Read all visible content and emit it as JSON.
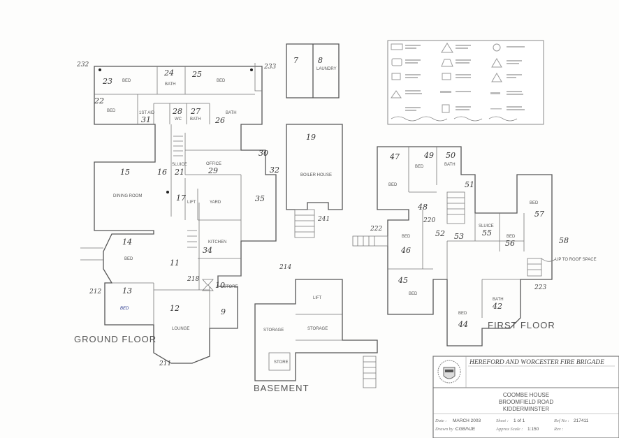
{
  "ground_floor": {
    "title": "GROUND FLOOR",
    "rooms": [
      {
        "num": "23",
        "label": "BED"
      },
      {
        "num": "24",
        "label": "BATH"
      },
      {
        "num": "25",
        "label": "BED"
      },
      {
        "num": "22",
        "label": "BED"
      },
      {
        "num": "31",
        "label": "1ST AID"
      },
      {
        "num": "28",
        "label": "WC"
      },
      {
        "num": "27",
        "label": "BATH"
      },
      {
        "num": "26",
        "label": "BATH"
      },
      {
        "num": "16",
        "label": ""
      },
      {
        "num": "21",
        "label": "SLUICE"
      },
      {
        "num": "29",
        "label": "OFFICE"
      },
      {
        "num": "15",
        "label": "DINING ROOM"
      },
      {
        "num": "17",
        "label": "LIFT"
      },
      {
        "num": "",
        "label": "YARD"
      },
      {
        "num": "34",
        "label": "KITCHEN"
      },
      {
        "num": "35",
        "label": ""
      },
      {
        "num": "11",
        "label": ""
      },
      {
        "num": "14",
        "label": "BED"
      },
      {
        "num": "13",
        "label": "BED"
      },
      {
        "num": "12",
        "label": "LOUNGE"
      },
      {
        "num": "9",
        "label": ""
      },
      {
        "num": "10",
        "label": ""
      },
      {
        "num": "",
        "label": "STORE"
      },
      {
        "num": "30",
        "label": ""
      },
      {
        "num": "32",
        "label": ""
      }
    ],
    "refs": [
      "232",
      "233",
      "212",
      "211",
      "218",
      "214"
    ]
  },
  "outbuildings": {
    "rooms": [
      {
        "num": "7",
        "label": ""
      },
      {
        "num": "8",
        "label": "LAUNDRY"
      },
      {
        "num": "19",
        "label": "BOILER HOUSE"
      }
    ],
    "refs": [
      "241"
    ]
  },
  "basement": {
    "title": "BASEMENT",
    "rooms": [
      {
        "label": "LIFT"
      },
      {
        "label": "STORAGE"
      },
      {
        "label": "STORAGE"
      },
      {
        "label": "STORE"
      }
    ]
  },
  "first_floor": {
    "title": "FIRST FLOOR",
    "rooms": [
      {
        "num": "47",
        "label": "BED"
      },
      {
        "num": "49",
        "label": "BED"
      },
      {
        "num": "50",
        "label": "BATH"
      },
      {
        "num": "51",
        "label": ""
      },
      {
        "num": "48",
        "label": ""
      },
      {
        "num": "46",
        "label": "BED"
      },
      {
        "num": "45",
        "label": "BED"
      },
      {
        "num": "44",
        "label": "BED"
      },
      {
        "num": "42",
        "label": "BATH"
      },
      {
        "num": "53",
        "label": ""
      },
      {
        "num": "52",
        "label": ""
      },
      {
        "num": "55",
        "label": "SLUICE"
      },
      {
        "num": "56",
        "label": "BED"
      },
      {
        "num": "57",
        "label": "BED"
      },
      {
        "num": "58",
        "label": ""
      }
    ],
    "roof_note": "UP TO ROOF SPACE",
    "refs": [
      "222",
      "223",
      "220"
    ]
  },
  "title_block": {
    "organisation": "HEREFORD AND WORCESTER FIRE BRIGADE",
    "address": [
      "COOMBE HOUSE",
      "BROOMFIELD ROAD",
      "KIDDERMINSTER"
    ],
    "date_label": "Date :",
    "date": "MARCH 2003",
    "sheet_label": "Sheet :",
    "sheet": "1 of 1",
    "ref_label": "Ref No :",
    "ref": "217411",
    "drawn_label": "Drawn by :",
    "drawn": "CGB/NJE",
    "scale_label": "Approx Scale :",
    "scale": "1:150",
    "rev_label": "Rev :"
  },
  "colors": {
    "ink": "#555555",
    "handwriting_blue": "#2b3a8f"
  }
}
